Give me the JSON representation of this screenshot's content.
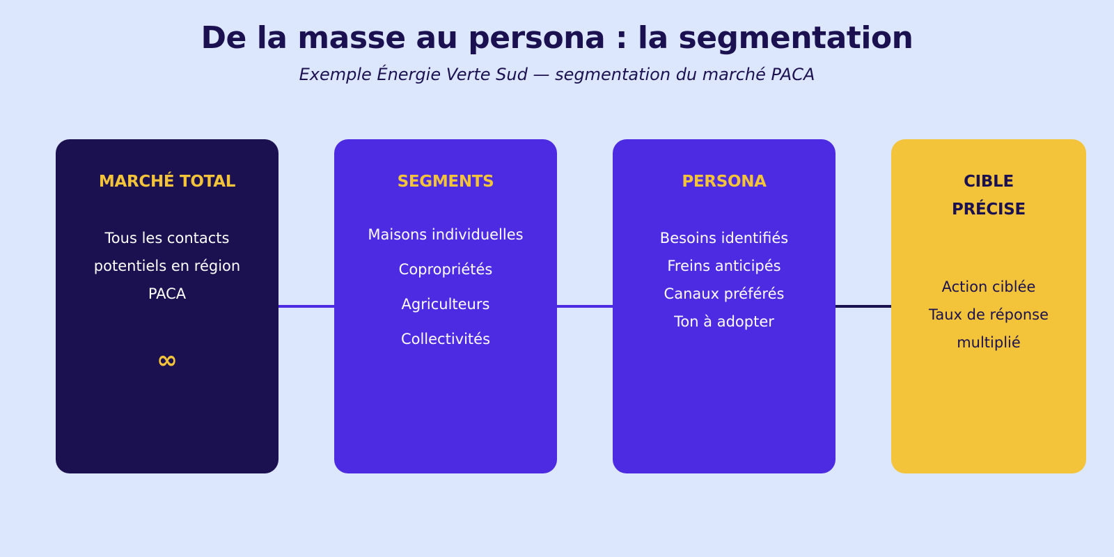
{
  "header": {
    "title": "De la masse au persona : la segmentation",
    "subtitle": "Exemple Énergie Verte Sud — segmentation du marché PACA"
  },
  "cards": [
    {
      "title": "MARCHÉ TOTAL",
      "lines": [
        "Tous les contacts",
        "potentiels en région",
        "PACA"
      ],
      "symbol": "∞"
    },
    {
      "title": "SEGMENTS",
      "lines": [
        "Maisons individuelles",
        "Copropriétés",
        "Agriculteurs",
        "Collectivités"
      ]
    },
    {
      "title": "PERSONA",
      "lines": [
        "Besoins identifiés",
        "Freins anticipés",
        "Canaux préférés",
        "Ton à adopter"
      ]
    },
    {
      "title": "CIBLE PRÉCISE",
      "title_lines": [
        "CIBLE",
        "PRÉCISE"
      ],
      "lines": [
        "Action ciblée",
        "Taux de réponse",
        "multiplié"
      ]
    }
  ],
  "colors": {
    "background": "#dce6fd",
    "navy": "#1b1151",
    "violet": "#4c2be3",
    "yellow": "#f3c43a",
    "white": "#ffffff"
  }
}
